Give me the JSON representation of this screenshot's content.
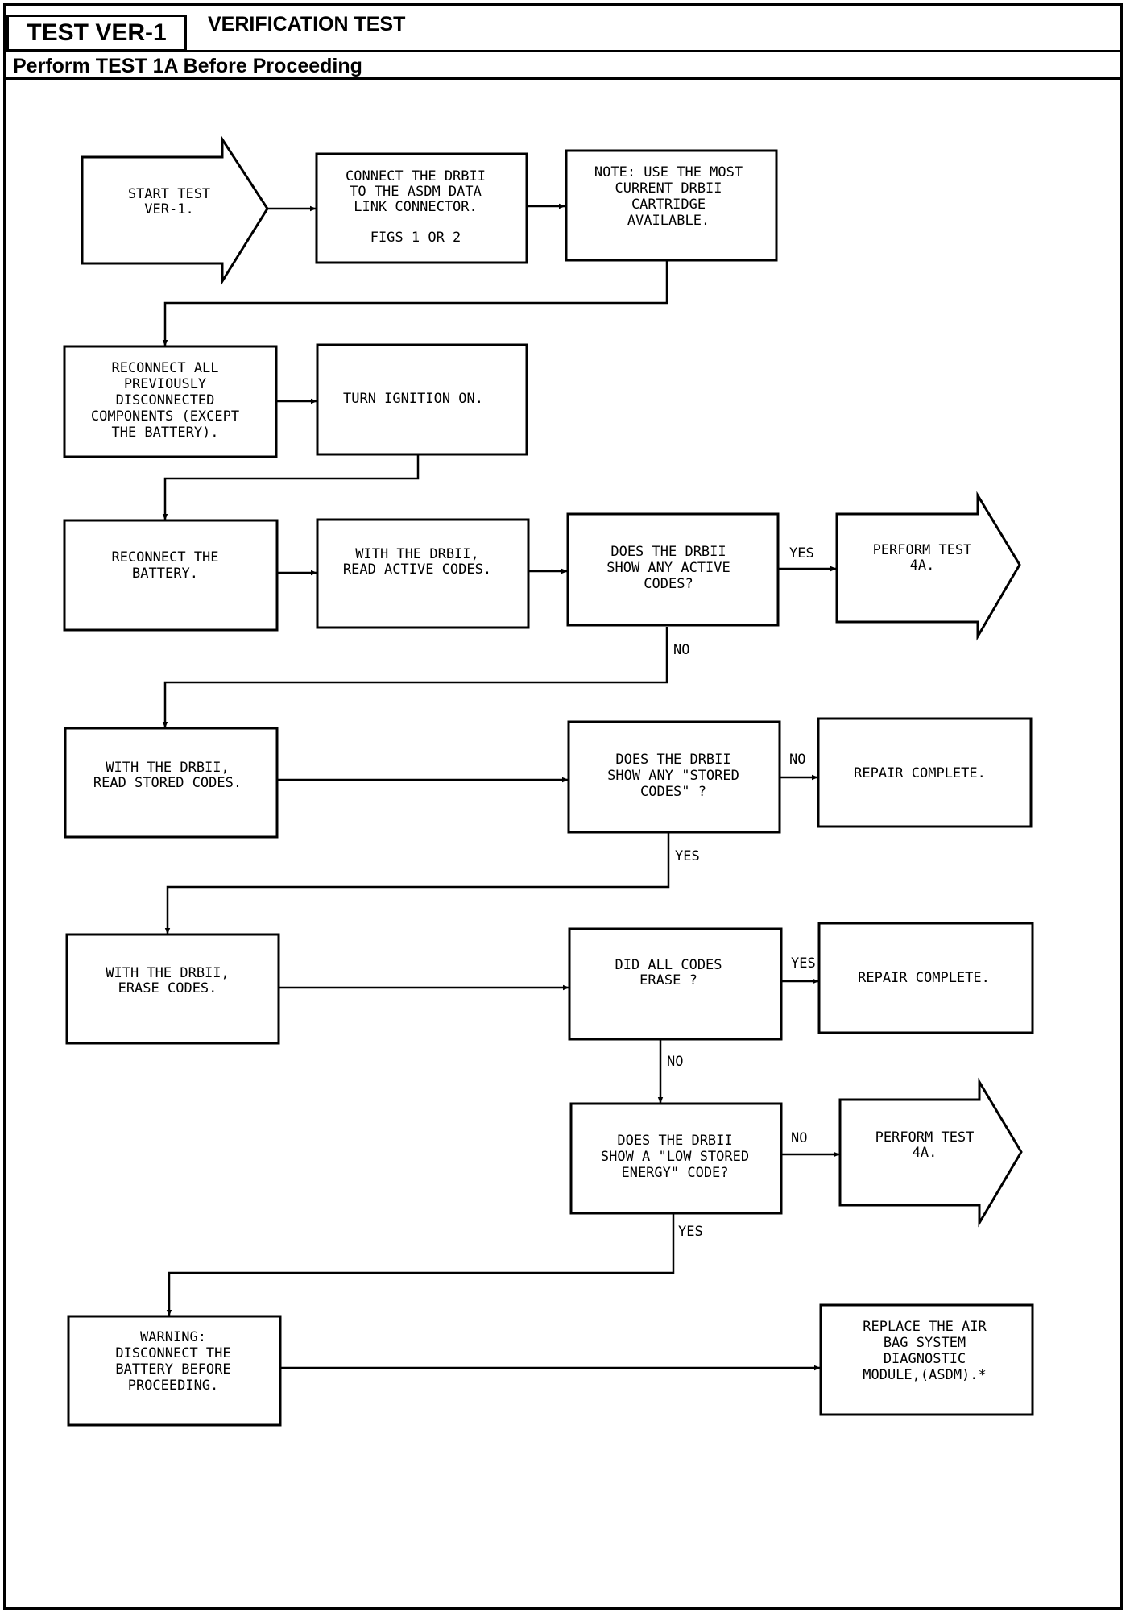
{
  "header": {
    "test_id": "TEST VER-1",
    "title": "VERIFICATION TEST",
    "prerequisite": "Perform TEST 1A Before Proceeding"
  },
  "nodes": {
    "start": [
      "START TEST",
      "VER-1."
    ],
    "connect": [
      "CONNECT THE DRBII",
      "TO THE ASDM DATA",
      "LINK CONNECTOR.",
      "",
      "FIGS 1 OR 2"
    ],
    "note": [
      "NOTE: USE THE MOST",
      "CURRENT DRBII",
      "CARTRIDGE",
      "AVAILABLE."
    ],
    "reconnect_all": [
      "RECONNECT ALL",
      "PREVIOUSLY",
      "DISCONNECTED",
      "COMPONENTS (EXCEPT",
      "THE BATTERY)."
    ],
    "ignition": [
      "TURN IGNITION ON."
    ],
    "reconnect_battery": [
      "RECONNECT THE",
      "BATTERY."
    ],
    "read_active": [
      "WITH THE DRBII,",
      "READ ACTIVE CODES."
    ],
    "active_q": [
      "DOES THE DRBII",
      "SHOW ANY ACTIVE",
      "CODES?"
    ],
    "test4a_1": [
      "PERFORM TEST",
      "4A."
    ],
    "read_stored": [
      "WITH THE DRBII,",
      "READ STORED CODES."
    ],
    "stored_q": [
      "DOES THE DRBII",
      "SHOW ANY \"STORED",
      "CODES\" ?"
    ],
    "repair_1": [
      "REPAIR COMPLETE."
    ],
    "erase": [
      "WITH THE DRBII,",
      "ERASE CODES."
    ],
    "erase_q": [
      "DID ALL CODES",
      "ERASE ?"
    ],
    "repair_2": [
      "REPAIR COMPLETE."
    ],
    "low_energy_q": [
      "DOES THE DRBII",
      "SHOW A \"LOW STORED",
      "ENERGY\" CODE?"
    ],
    "test4a_2": [
      "PERFORM TEST",
      "4A."
    ],
    "warning": [
      "WARNING:",
      "DISCONNECT THE",
      "BATTERY BEFORE",
      "PROCEEDING."
    ],
    "replace": [
      "REPLACE THE AIR",
      "BAG SYSTEM",
      "DIAGNOSTIC",
      "MODULE,(ASDM).*"
    ]
  },
  "edge_labels": {
    "active_yes": "YES",
    "active_no": "NO",
    "stored_no": "NO",
    "stored_yes": "YES",
    "erase_yes": "YES",
    "erase_no": "NO",
    "low_no": "NO",
    "low_yes": "YES"
  }
}
